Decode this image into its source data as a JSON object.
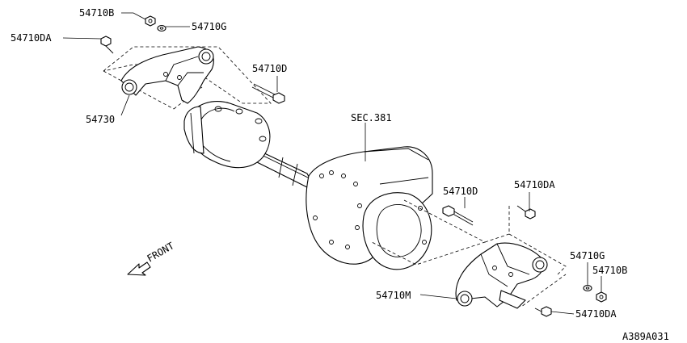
{
  "labels": {
    "b_top": "54710B",
    "g_top": "54710G",
    "da_top": "54710DA",
    "d_top": "54710D",
    "bracket_left": "54730",
    "sec": "SEC.381",
    "d_right": "54710D",
    "da_right": "54710DA",
    "g_right": "54710G",
    "b_right": "54710B",
    "m_right": "54710M",
    "da_bottom": "54710DA",
    "front": "FRONT",
    "drawing_id": "A389A031"
  }
}
